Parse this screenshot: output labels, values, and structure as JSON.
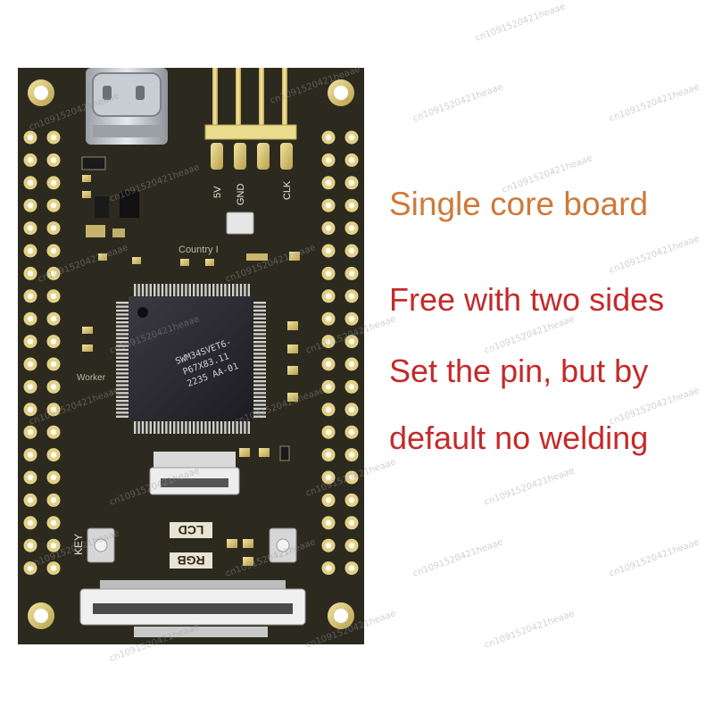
{
  "board": {
    "silkscreen": {
      "pin_5v": "5V",
      "pin_gnd": "GND",
      "pin_clk": "CLK",
      "country": "Country I",
      "worker": "Worker",
      "key": "KEY",
      "lcd": "LCD",
      "rgb": "RGB"
    },
    "chip_marking": [
      "SWM34SVET6-",
      "P67X83.11",
      "2235 AA-01"
    ]
  },
  "captions": [
    "Single core board",
    "Free with two sides",
    "Set the pin, but by",
    "default no welding"
  ],
  "watermark": "cn1091520421heaae",
  "colors": {
    "pcb": "#2c2a1e",
    "gold": "#d8c675",
    "caption_orange": "#cd7a3a",
    "caption_red": "#c42a2a"
  }
}
